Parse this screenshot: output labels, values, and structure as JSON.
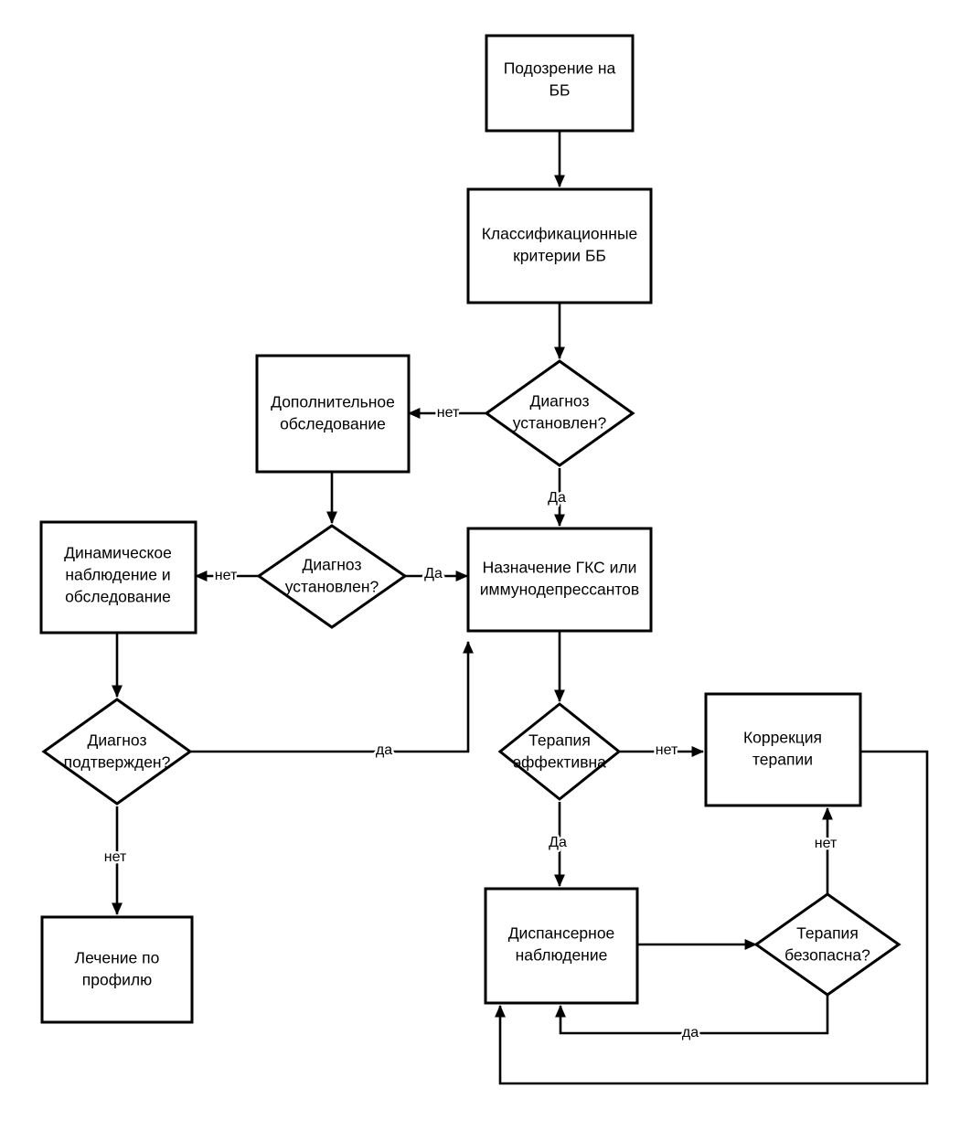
{
  "diagram": {
    "type": "flowchart",
    "language": "ru",
    "title": "",
    "background_color": "#ffffff",
    "line_color": "#000000",
    "node_fill": "#ffffff",
    "nodes": [
      {
        "id": "n1",
        "shape": "process",
        "lines": [
          "Подозрение на",
          "ББ"
        ]
      },
      {
        "id": "n2",
        "shape": "process",
        "lines": [
          "Классификационные",
          "критерии ББ"
        ]
      },
      {
        "id": "n3",
        "shape": "decision",
        "lines": [
          "Диагноз",
          "установлен?"
        ]
      },
      {
        "id": "n4",
        "shape": "process",
        "lines": [
          "Дополнительное",
          "обследование"
        ]
      },
      {
        "id": "n5",
        "shape": "decision",
        "lines": [
          "Диагноз",
          "установлен?"
        ]
      },
      {
        "id": "n6",
        "shape": "process",
        "lines": [
          "Динамическое",
          "наблюдение и",
          "обследование"
        ]
      },
      {
        "id": "n7",
        "shape": "process",
        "lines": [
          "Назначение ГКС или",
          "иммунодепрессантов"
        ]
      },
      {
        "id": "n8",
        "shape": "decision",
        "lines": [
          "Диагноз",
          "подтвержден?"
        ]
      },
      {
        "id": "n9",
        "shape": "process",
        "lines": [
          "Лечение  по",
          "профилю"
        ]
      },
      {
        "id": "n10",
        "shape": "decision",
        "lines": [
          "Терапия",
          "эффективна"
        ]
      },
      {
        "id": "n11",
        "shape": "process",
        "lines": [
          "Коррекция",
          "терапии"
        ]
      },
      {
        "id": "n12",
        "shape": "process",
        "lines": [
          "Диспансерное",
          "наблюдение"
        ]
      },
      {
        "id": "n13",
        "shape": "decision",
        "lines": [
          "Терапия",
          "безопасна?"
        ]
      }
    ],
    "edges": [
      {
        "from": "n1",
        "to": "n2",
        "label": ""
      },
      {
        "from": "n2",
        "to": "n3",
        "label": ""
      },
      {
        "from": "n3",
        "to": "n4",
        "label": "нет"
      },
      {
        "from": "n3",
        "to": "n7",
        "label": "Да"
      },
      {
        "from": "n4",
        "to": "n5",
        "label": ""
      },
      {
        "from": "n5",
        "to": "n6",
        "label": "нет"
      },
      {
        "from": "n5",
        "to": "n7",
        "label": "Да"
      },
      {
        "from": "n6",
        "to": "n8",
        "label": ""
      },
      {
        "from": "n8",
        "to": "n7",
        "label": "да"
      },
      {
        "from": "n8",
        "to": "n9",
        "label": "нет"
      },
      {
        "from": "n7",
        "to": "n10",
        "label": ""
      },
      {
        "from": "n10",
        "to": "n11",
        "label": "нет"
      },
      {
        "from": "n10",
        "to": "n12",
        "label": "Да"
      },
      {
        "from": "n12",
        "to": "n13",
        "label": ""
      },
      {
        "from": "n13",
        "to": "n11",
        "label": "нет"
      },
      {
        "from": "n13",
        "to": "n12",
        "label": "да"
      },
      {
        "from": "n11",
        "to": "n12",
        "label": ""
      }
    ]
  }
}
